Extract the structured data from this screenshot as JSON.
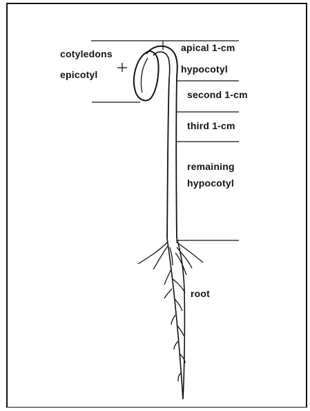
{
  "figure": {
    "labels": {
      "cotyledons": "cotyledons",
      "epicotyl": "epicotyl",
      "apical": "apical 1-cm",
      "hypocotyl": "hypocotyl",
      "second": "second 1-cm",
      "third": "third 1-cm",
      "remaining_line1": "remaining",
      "remaining_line2": "hypocotyl",
      "root": "root"
    },
    "colors": {
      "ink": "#111111",
      "background": "#ffffff"
    }
  }
}
